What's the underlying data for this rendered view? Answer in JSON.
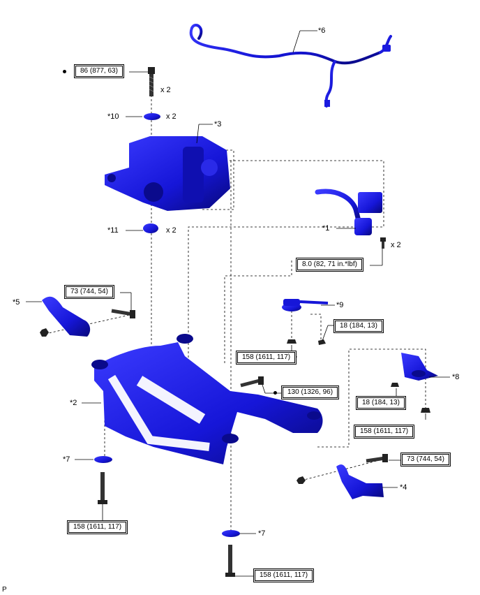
{
  "callouts": {
    "c1": "*1",
    "c2": "*2",
    "c3": "*3",
    "c4": "*4",
    "c5": "*5",
    "c6": "*6",
    "c7a": "*7",
    "c7b": "*7",
    "c8": "*8",
    "c9": "*9",
    "c10": "*10",
    "c11": "*11"
  },
  "qty": {
    "bolt_top": "x 2",
    "c10": "x 2",
    "c11": "x 2",
    "bolt_c1": "x 2"
  },
  "torque": {
    "t86": "86 (877, 63)",
    "t8": "8.0 (82, 71 in.*lbf)",
    "t73a": "73 (744, 54)",
    "t18a": "18 (184, 13)",
    "t158a": "158 (1611, 117)",
    "t130": "130 (1326, 96)",
    "t18b": "18 (184, 13)",
    "t158b": "158 (1611, 117)",
    "t73b": "73 (744, 54)",
    "t158c": "158 (1611, 117)",
    "t158d": "158 (1611, 117)"
  },
  "footer": {
    "mark": "P"
  },
  "colors": {
    "part": "#1a1adf",
    "part_dark": "#0a0a8c",
    "line": "#000000"
  }
}
